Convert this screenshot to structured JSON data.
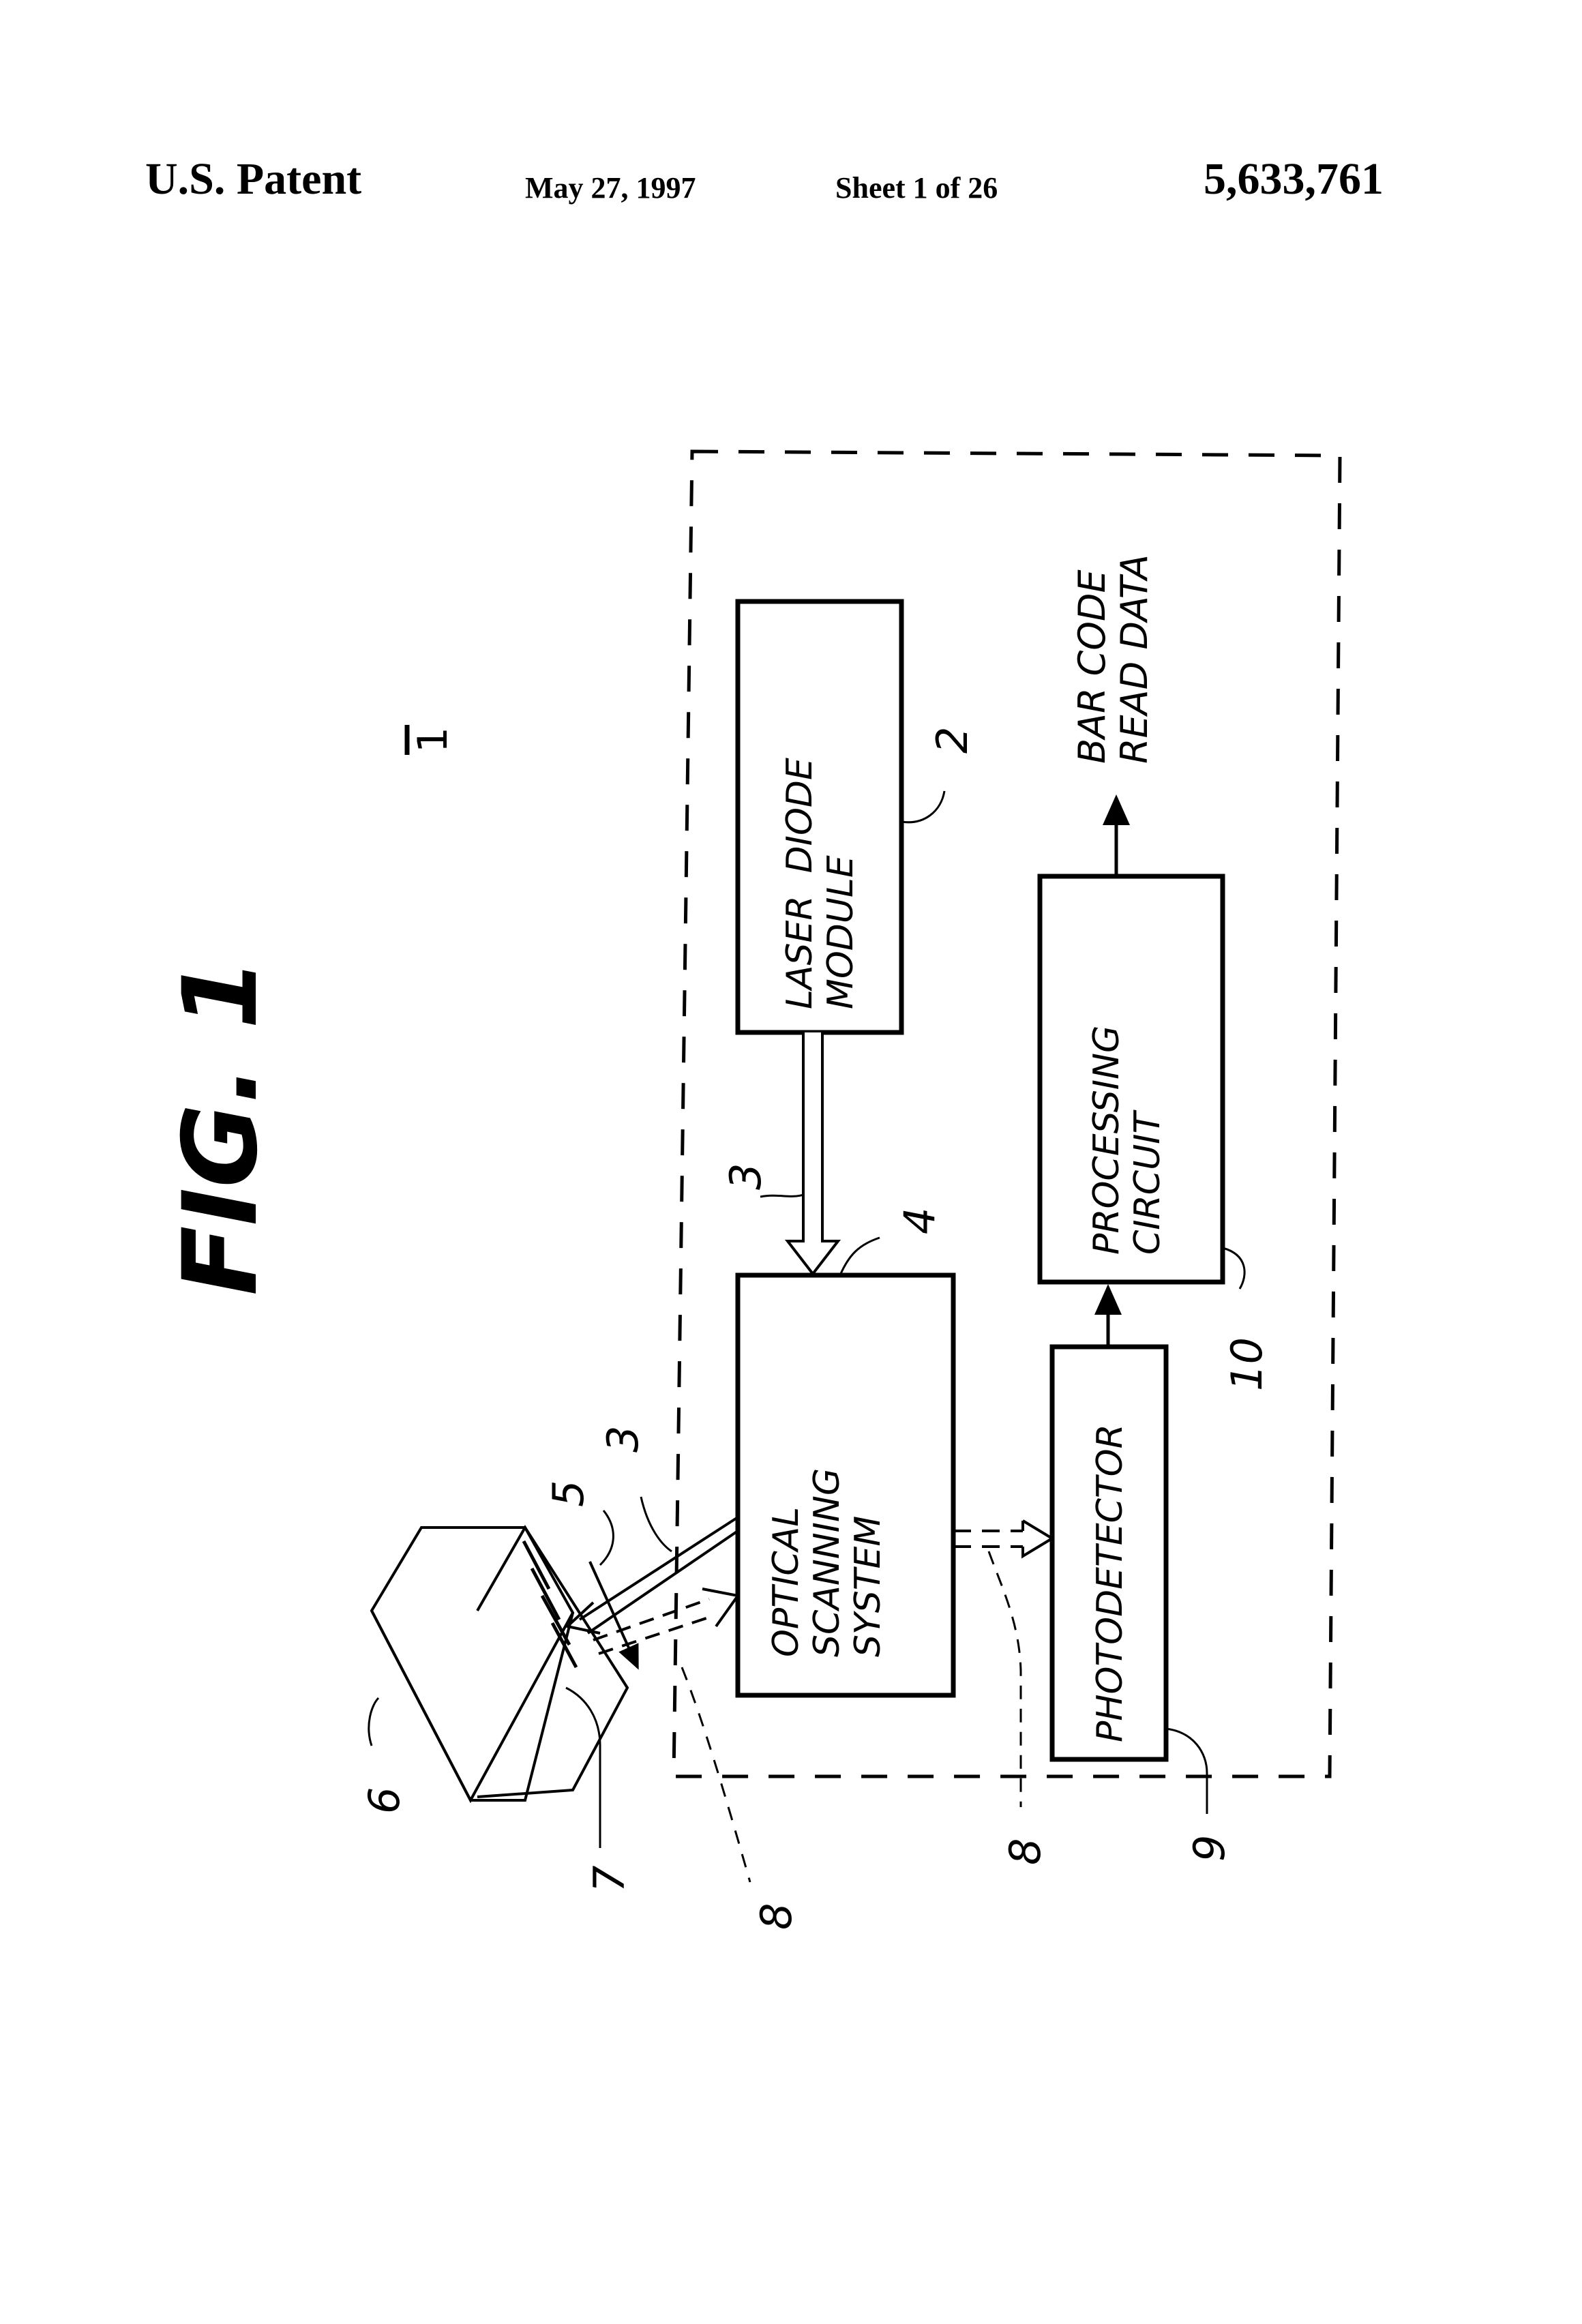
{
  "header": {
    "title": "U.S. Patent",
    "date": "May 27, 1997",
    "sheet": "Sheet 1 of 26",
    "patent_number": "5,633,761"
  },
  "figure": {
    "title": "FIG. 1",
    "system_ref": "1",
    "blocks": {
      "laser": {
        "line1": "LASER  DIODE",
        "line2": "MODULE",
        "ref": "2"
      },
      "optical": {
        "line1": "OPTICAL",
        "line2": "SCANNING",
        "line3": "SYSTEM",
        "ref": "4"
      },
      "photodetector": {
        "line1": "PHOTODETECTOR",
        "ref": "9"
      },
      "processing": {
        "line1": "PROCESSING",
        "line2": "CIRCUIT",
        "ref": "10"
      }
    },
    "output": {
      "line1": "BAR CODE",
      "line2": "READ DATA"
    },
    "refs": {
      "laser_beam": "3",
      "scan_beam": "3",
      "scan_line": "5",
      "article": "6",
      "barcode": "7",
      "reflected_light_a": "8",
      "reflected_light_b": "8"
    }
  }
}
